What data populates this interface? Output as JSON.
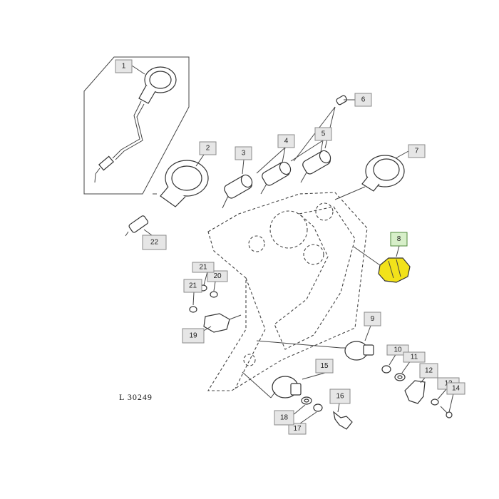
{
  "drawing_id": "L  30249",
  "callouts": [
    {
      "label": "1"
    },
    {
      "label": "2"
    },
    {
      "label": "3"
    },
    {
      "label": "4"
    },
    {
      "label": "5"
    },
    {
      "label": "6"
    },
    {
      "label": "7"
    },
    {
      "label": "8",
      "highlighted": true
    },
    {
      "label": "9"
    },
    {
      "label": "10"
    },
    {
      "label": "11"
    },
    {
      "label": "12"
    },
    {
      "label": "13"
    },
    {
      "label": "14"
    },
    {
      "label": "15"
    },
    {
      "label": "16"
    },
    {
      "label": "17"
    },
    {
      "label": "18"
    },
    {
      "label": "19"
    },
    {
      "label": "20"
    },
    {
      "label": "21"
    },
    {
      "label": "21"
    },
    {
      "label": "22"
    }
  ],
  "colors": {
    "highlight_part": "#f2e21a",
    "callout_fill": "#e6e6e6",
    "callout_fill_highlighted": "#d7efc9"
  }
}
